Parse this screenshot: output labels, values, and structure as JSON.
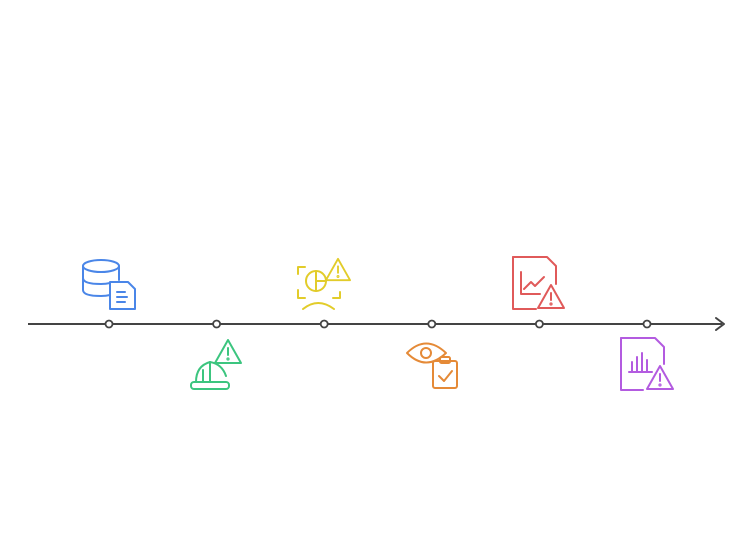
{
  "timeline": {
    "line_color": "#444444",
    "milestones": [
      {
        "id": "data-collection",
        "icon": "database-document-icon",
        "position": "above",
        "color": "#4a86e8"
      },
      {
        "id": "construction-risk",
        "icon": "hardhat-warning-icon",
        "position": "below",
        "color": "#3cc57f"
      },
      {
        "id": "analysis-risk",
        "icon": "scan-chart-warning-icon",
        "position": "above",
        "color": "#e2cc2a"
      },
      {
        "id": "review-approval",
        "icon": "eye-clipboard-check-icon",
        "position": "below",
        "color": "#e58a37"
      },
      {
        "id": "report-risk",
        "icon": "chart-document-warning-icon",
        "position": "above",
        "color": "#e05a5a"
      },
      {
        "id": "final-report-risk",
        "icon": "bar-document-warning-icon",
        "position": "below",
        "color": "#b35be0"
      }
    ]
  }
}
